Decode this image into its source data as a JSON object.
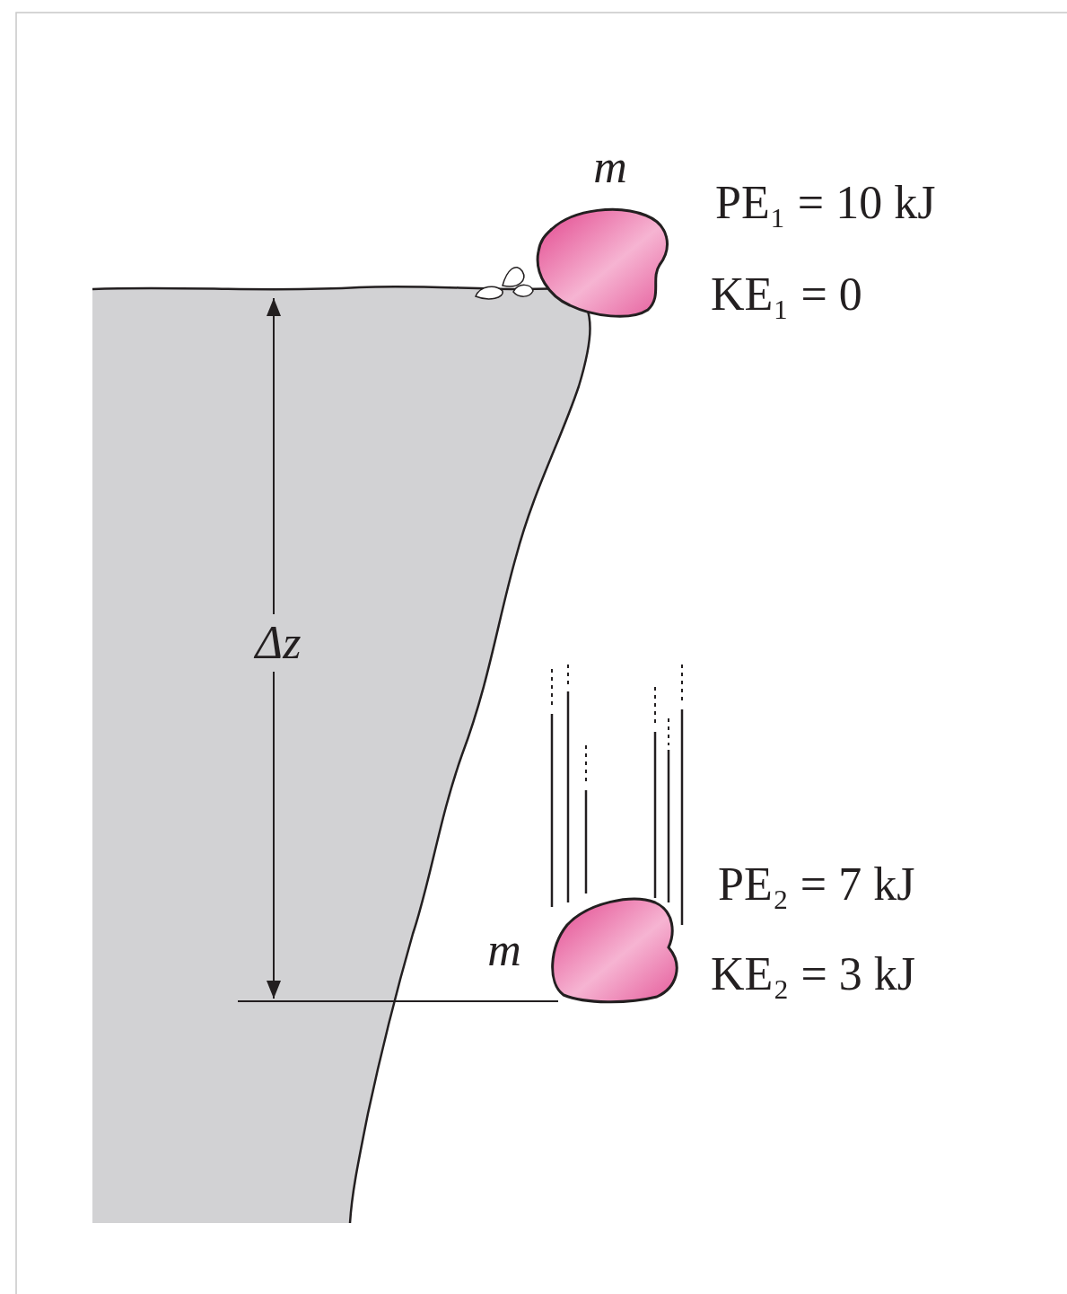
{
  "diagram": {
    "labels": [
      "m",
      "PE₁ = 10 kJ",
      "KE₁ = 0",
      "Δz",
      "m",
      "PE₂ = 7 kJ",
      "KE₂ = 3 kJ"
    ]
  }
}
